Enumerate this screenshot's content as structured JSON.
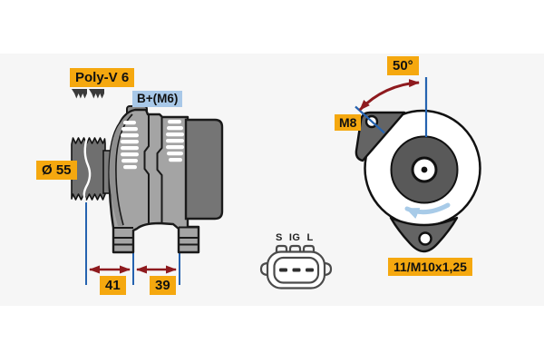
{
  "diagram": {
    "title": "Alternator technical drawing (side view, front view, connector)",
    "side_view": {
      "belt_label": "Poly-V 6",
      "terminal_label": "B+(M6)",
      "pulley_diameter_label": "Ø 55",
      "dim_front_mm": "41",
      "dim_rear_mm": "39"
    },
    "front_view": {
      "mount_angle_label": "50°",
      "mount_thread_label": "M8",
      "shaft_thread_label": "11/M10x1,25",
      "rotation_direction": "counterclockwise"
    },
    "connector": {
      "pins": [
        "S",
        "IG",
        "L"
      ]
    },
    "icons": [
      "poly-v-belt-profile-icon",
      "rotation-direction-arrow-icon",
      "angle-dimension-arrow-icon",
      "linear-dimension-arrow-icon"
    ],
    "colors": {
      "label_yellow": "#f5a80f",
      "label_blue": "#a8c8e8",
      "dimension_blue": "#2563b0",
      "dimension_red": "#8e1a1e",
      "rotation_arrow_blue": "#a8cbe8",
      "body_gray": "#a4a4a4",
      "dark_gray": "#757575"
    }
  }
}
